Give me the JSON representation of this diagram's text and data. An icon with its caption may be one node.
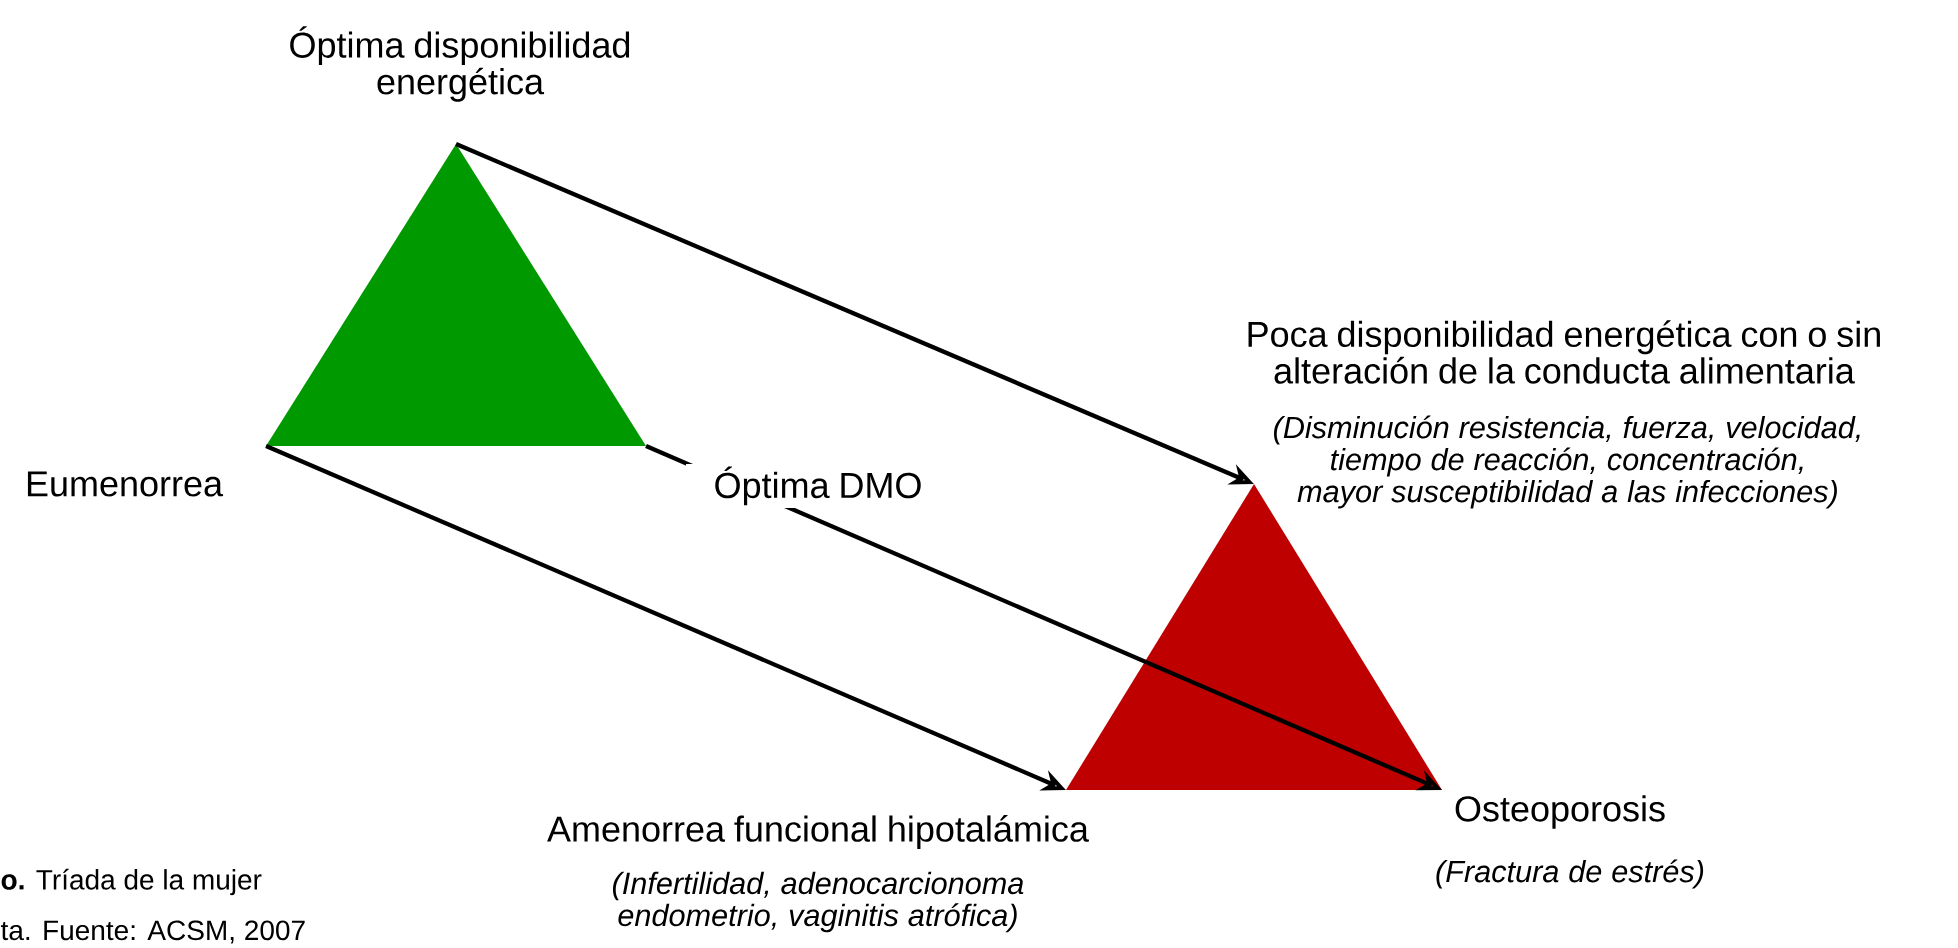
{
  "diagram": {
    "nodes": [
      {
        "text": [],
        "shape": "triangle",
        "beside": [
          "Óptima disponibilidad energética",
          "Eumenorrea",
          "Óptima DMO"
        ]
      },
      {
        "text": [],
        "shape": "triangle",
        "beside": [
          "Poca disponibilidad energética con o sin alteración de la conducta alimentaria",
          "(Disminución resistencia, fuerza, velocidad, tiempo de reacción, concentración, mayor susceptibilidad a las infecciones)",
          "Amenorrea funcional hipotalámica",
          "(Infertilidad, adenocarcionoma endometrio, vaginitis atrófica)",
          "Osteoporosis",
          "(Fractura de estrés)"
        ]
      }
    ],
    "edges": [
      {
        "from": 0,
        "to": 1,
        "arrow": "to"
      },
      {
        "from": 0,
        "to": 1,
        "arrow": "to"
      },
      {
        "from": 0,
        "to": 1,
        "arrow": "to"
      }
    ],
    "labels": [
      "**o.** Tríada de la mujer",
      "ta. Fuente: ACSM, 2007"
    ]
  }
}
